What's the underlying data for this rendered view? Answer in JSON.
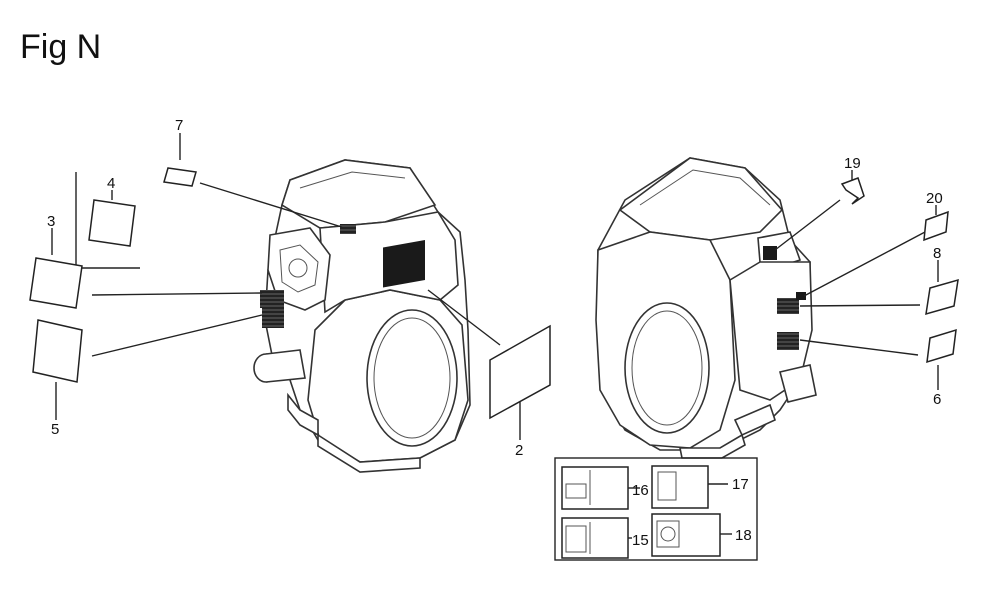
{
  "figure": {
    "title": "Fig N"
  },
  "callouts": [
    {
      "id": "c2",
      "label": "2"
    },
    {
      "id": "c3",
      "label": "3"
    },
    {
      "id": "c4",
      "label": "4"
    },
    {
      "id": "c5",
      "label": "5"
    },
    {
      "id": "c6",
      "label": "6"
    },
    {
      "id": "c7",
      "label": "7"
    },
    {
      "id": "c8",
      "label": "8"
    },
    {
      "id": "c15",
      "label": "15"
    },
    {
      "id": "c16",
      "label": "16"
    },
    {
      "id": "c17",
      "label": "17"
    },
    {
      "id": "c18",
      "label": "18"
    },
    {
      "id": "c19",
      "label": "19"
    },
    {
      "id": "c20",
      "label": "20"
    }
  ],
  "colors": {
    "line": "#222222",
    "fill": "#ffffff",
    "dark": "#1a1a1a"
  }
}
